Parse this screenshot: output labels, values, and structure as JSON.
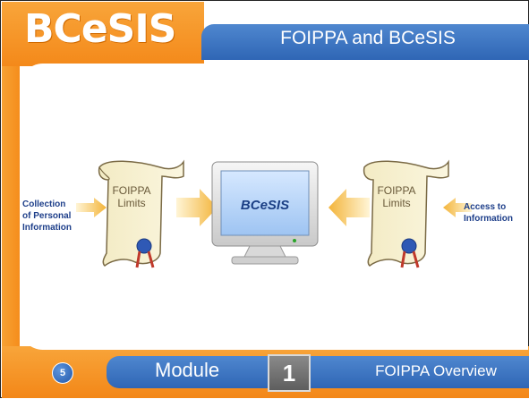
{
  "slide": {
    "logo": "BCeSIS",
    "title": "FOIPPA and BCeSIS",
    "page_number": "5",
    "module_label": "Module",
    "module_number": "1",
    "section": "FOIPPA Overview"
  },
  "diagram": {
    "left_label": [
      "Collection",
      "of Personal",
      "Information"
    ],
    "right_label": [
      "Access to",
      "Information"
    ],
    "scroll_left": [
      "FOIPPA",
      "Limits"
    ],
    "scroll_right": [
      "FOIPPA",
      "Limits"
    ],
    "monitor_label": "BCeSIS"
  },
  "colors": {
    "frame_orange": "#f58d1c",
    "bar_blue": "#2f66b5",
    "text_blue": "#1e3f8a"
  }
}
